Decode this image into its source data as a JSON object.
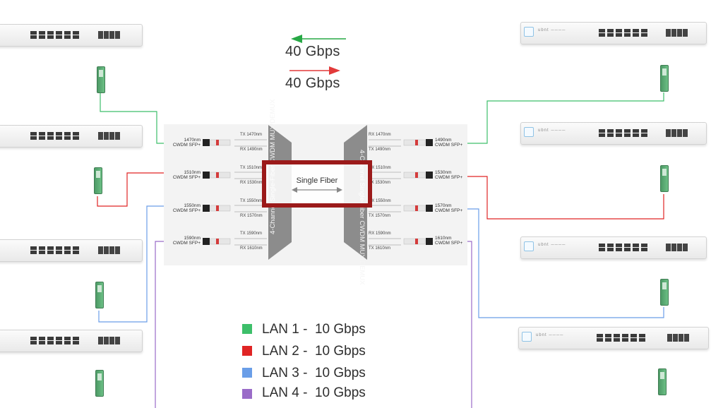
{
  "bandwidth": {
    "upstream": "40 Gbps",
    "downstream": "40 Gbps"
  },
  "mux": {
    "left_label": "4-Channel Single-Fiber CWDM MUX/DEMUX",
    "right_label": "4-Channel Single-Fiber CWDM MUX/DEMUX",
    "fiber_label": "Single Fiber"
  },
  "left_modules": [
    {
      "wavelength": "1470nm",
      "type": "CWDM SFP+",
      "tx": "TX 1470nm",
      "rx": "RX 1490nm"
    },
    {
      "wavelength": "1510nm",
      "type": "CWDM SFP+",
      "tx": "TX 1510nm",
      "rx": "RX 1530nm"
    },
    {
      "wavelength": "1550nm",
      "type": "CWDM SFP+",
      "tx": "TX 1550nm",
      "rx": "RX 1570nm"
    },
    {
      "wavelength": "1590nm",
      "type": "CWDM SFP+",
      "tx": "TX 1590nm",
      "rx": "RX 1610nm"
    }
  ],
  "right_modules": [
    {
      "wavelength": "1490nm",
      "type": "CWDM SFP+",
      "rx": "RX 1470nm",
      "tx": "TX 1490nm"
    },
    {
      "wavelength": "1530nm",
      "type": "CWDM SFP+",
      "rx": "RX 1510nm",
      "tx": "TX 1530nm"
    },
    {
      "wavelength": "1570nm",
      "type": "CWDM SFP+",
      "rx": "RX 1550nm",
      "tx": "TX 1570nm"
    },
    {
      "wavelength": "1610nm",
      "type": "CWDM SFP+",
      "rx": "RX 1590nm",
      "tx": "TX 1610nm"
    }
  ],
  "legend": [
    {
      "label": "LAN 1 -  10 Gbps",
      "color": "#3dbf6a"
    },
    {
      "label": "LAN 2 -  10 Gbps",
      "color": "#e02424"
    },
    {
      "label": "LAN 3 -  10 Gbps",
      "color": "#6a9ee8"
    },
    {
      "label": "LAN 4 -  10 Gbps",
      "color": "#9a6cc8"
    }
  ],
  "colors": {
    "arrow_green": "#27a845",
    "arrow_red": "#e23a3a",
    "mux_plate": "#8c8c8c",
    "highlight": "#9b1a1a"
  },
  "icons": [
    "network-switch-icon",
    "sfp-module-icon",
    "fiber-connector-icon"
  ]
}
